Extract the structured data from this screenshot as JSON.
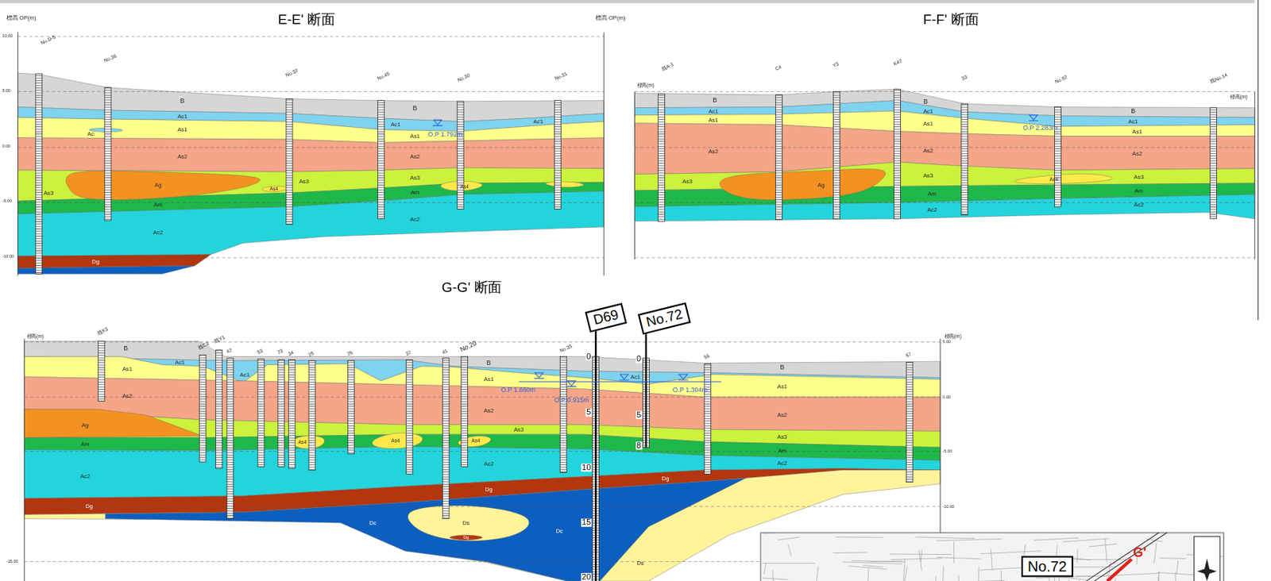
{
  "diagram": {
    "nodes": [
      {
        "text": [
          "D69"
        ]
      },
      {
        "text": [
          "No.72"
        ]
      },
      {
        "text": [
          "No.72"
        ]
      }
    ],
    "labels": [
      "E-E' 断面",
      "標高 OP(m)",
      "標高 OP(m)",
      "10.00",
      "5.00",
      "0.00",
      "-5.00",
      "-10.00",
      "No.D-5",
      "No.36",
      "No.32",
      "No.45",
      "No.30",
      "No.31",
      "B",
      "B",
      "Ac1",
      "As1",
      "Ac",
      "As2",
      "As2",
      "Ag",
      "As4",
      "As3",
      "As3",
      "Am",
      "Ac2",
      "Ac2",
      "As3",
      "Am",
      "As4",
      "Dg",
      "Ac1",
      "As1",
      "Ac1",
      "O.P 1.792m",
      "F-F' 断面",
      "標高(m)",
      "標高(m)",
      "既A-1",
      "C4",
      "Y3",
      "K42",
      "33",
      "No.62",
      "既No.14",
      "B",
      "Ac1",
      "As1",
      "As2",
      "As3",
      "Ag",
      "B",
      "Ac1",
      "As1",
      "As2",
      "As3",
      "Am",
      "Ac2",
      "B",
      "Ac1",
      "As1",
      "As2",
      "As3",
      "As4",
      "Am",
      "Ac2",
      "O.P 2.283m",
      "G-G' 断面",
      "標高(m)",
      "標高(m)",
      "5.00",
      "0.00",
      "-5.00",
      "-10.00",
      "-15.00",
      "既K3",
      "既C3",
      "既Y1",
      "42",
      "53",
      "23",
      "34",
      "25",
      "26",
      "37",
      "41",
      "No.20",
      "No.35",
      "56",
      "57",
      "B",
      "Ac1",
      "As1",
      "As2",
      "Ag",
      "Am",
      "Ac2",
      "Dg",
      "Ac1",
      "B",
      "As1",
      "As2",
      "As3",
      "As4",
      "As4",
      "As4",
      "Ac2",
      "Dg",
      "Dc",
      "Dc",
      "Ds",
      "Dg",
      "Ds",
      "Ac1",
      "B",
      "As1",
      "As2",
      "As3",
      "Am",
      "Ac2",
      "Dg",
      "O.P 1.660m",
      "O.P 0.915m",
      "O.P 1.304m",
      "0",
      "5",
      "10",
      "15",
      "20",
      "0",
      "5",
      "8",
      "G'"
    ]
  }
}
